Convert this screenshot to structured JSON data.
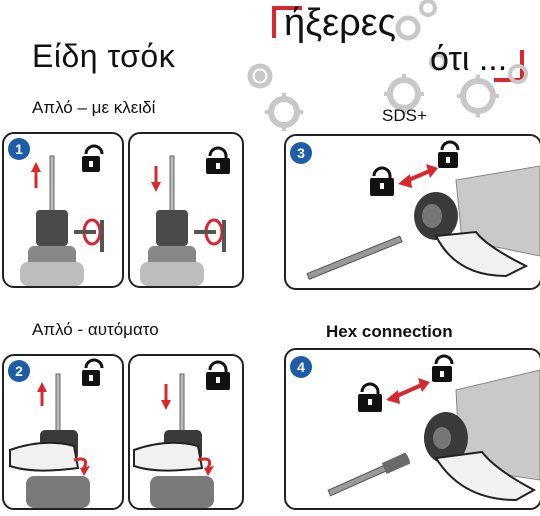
{
  "header": {
    "title": "Είδη τσόκ",
    "brand_line1": "ήξερες",
    "brand_line2": "ότι ..."
  },
  "sections": [
    {
      "label": "Απλό – με κλειδί",
      "panels": [
        {
          "badge": "1"
        },
        {
          "badge": ""
        }
      ]
    },
    {
      "label": "SDS+",
      "panels": [
        {
          "badge": "3"
        }
      ]
    },
    {
      "label": "Απλό - αυτόματο",
      "panels": [
        {
          "badge": "2"
        },
        {
          "badge": ""
        }
      ]
    },
    {
      "label": "Hex connection",
      "panels": [
        {
          "badge": "4"
        }
      ]
    }
  ],
  "icons": {
    "lock_open": "lock-open-icon",
    "lock_closed": "lock-closed-icon",
    "gear": "gear-icon",
    "arrow": "arrow-icon"
  },
  "colors": {
    "accent_red": "#d9272e",
    "badge_blue": "#1d5ca6",
    "gear_gray": "#c8c8c8",
    "panel_border": "#222222"
  }
}
